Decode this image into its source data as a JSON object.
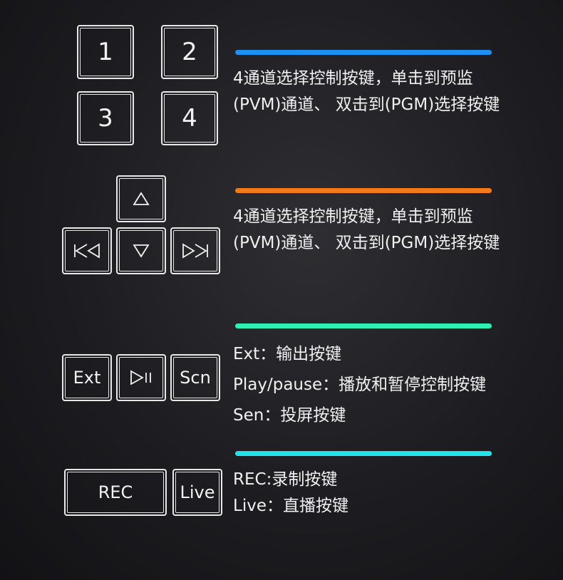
{
  "colors": {
    "blue": "#1f8ff0",
    "orange": "#f07a1c",
    "green": "#2ff0b4",
    "cyan": "#22e4e8",
    "key_border": "#e8e8e8"
  },
  "channel_keys": [
    "1",
    "2",
    "3",
    "4"
  ],
  "channel_desc": [
    "4通道选择控制按键，单击到预监",
    "(PVM)通道、 双击到(PGM)选择按键"
  ],
  "nav_keys": {
    "up": "triangle-up-icon",
    "prev": "skip-back-icon",
    "down": "triangle-down-icon",
    "next": "skip-forward-icon"
  },
  "nav_desc": [
    "4通道选择控制按键，单击到预监",
    "(PVM)通道、 双击到(PGM)选择按键"
  ],
  "func_keys": {
    "ext": "Ext",
    "play_pause": "play-pause-icon",
    "scn": "Scn"
  },
  "func_desc": [
    "Ext：输出按键",
    "Play/pause：播放和暂停控制按键",
    "Sen：投屏按键"
  ],
  "rec_keys": {
    "rec": "REC",
    "live": "Live"
  },
  "rec_desc": [
    "REC:录制按键",
    "Live：直播按键"
  ]
}
